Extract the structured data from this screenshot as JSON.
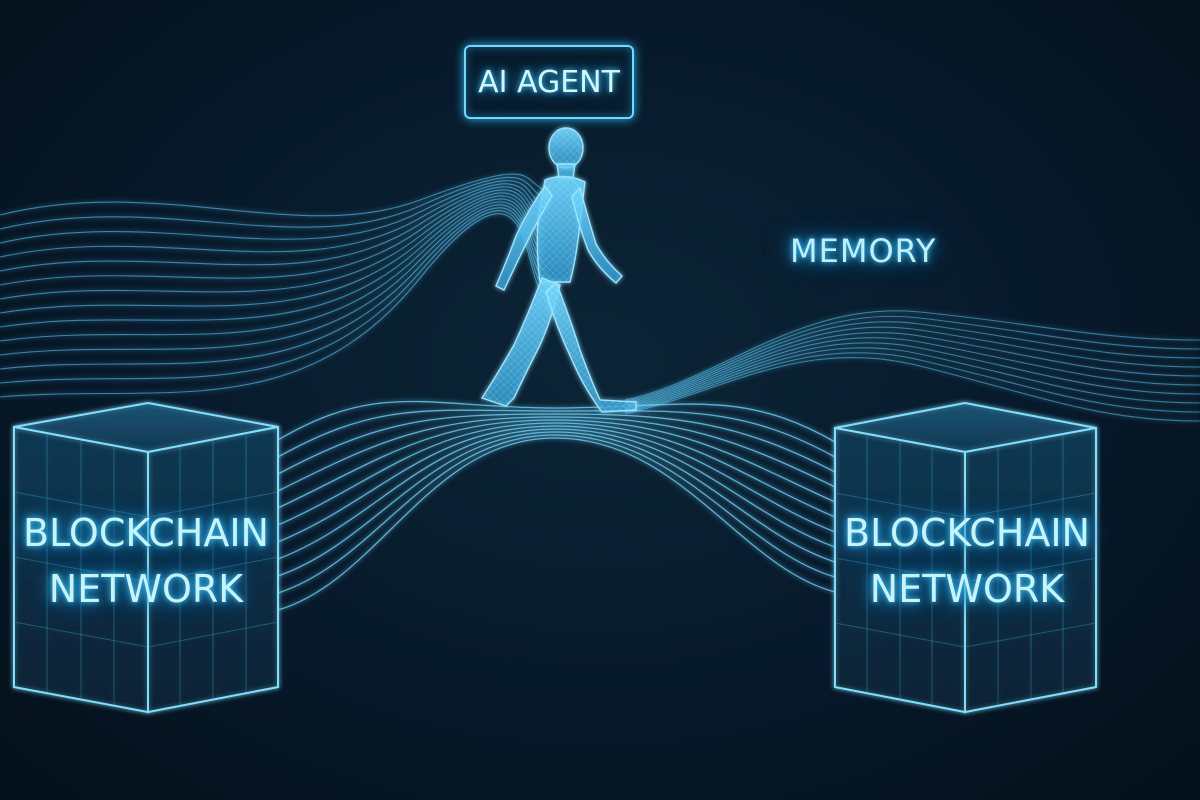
{
  "diagram": {
    "agent_label": "AI AGENT",
    "memory_label": "MEMORY",
    "nodes": [
      {
        "id": "left",
        "line1": "BLOCKCHAIN",
        "line2": "NETWORK"
      },
      {
        "id": "right",
        "line1": "BLOCKCHAIN",
        "line2": "NETWORK"
      }
    ]
  },
  "colors": {
    "background": "#06141f",
    "glow": "#3fc8ff",
    "line": "#5ccfff"
  }
}
